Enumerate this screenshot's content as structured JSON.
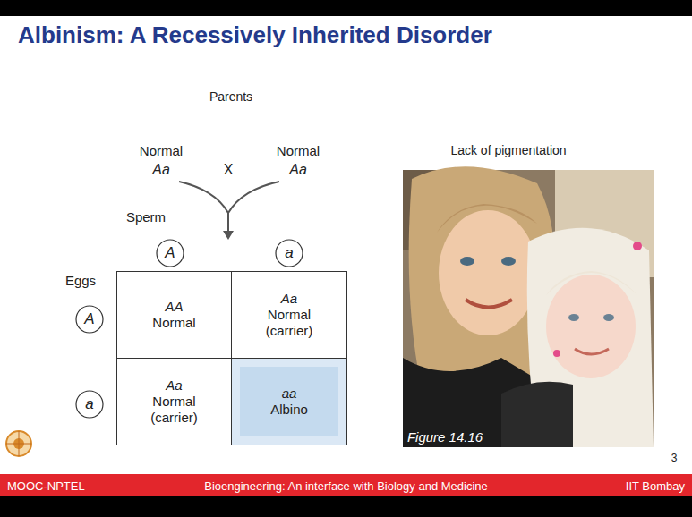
{
  "diagram": {
    "title": "Albinism: A Recessively Inherited Disorder",
    "nodes": [
      {
        "text": [
          "A"
        ]
      },
      {
        "text": [
          "a"
        ]
      },
      {
        "text": [
          "A"
        ]
      },
      {
        "text": [
          "AA",
          "Normal"
        ]
      },
      {
        "text": [
          "Aa",
          "Normal",
          "(carrier)"
        ]
      },
      {
        "text": [
          "a"
        ]
      },
      {
        "text": [
          "Aa",
          "Normal",
          "(carrier)"
        ]
      },
      {
        "text": [
          "aa",
          "Albino"
        ]
      },
      {
        "text": [
          "MOOC-NPTEL",
          "Bioengineering: An interface with Biology and Medicine",
          "IIT Bombay"
        ]
      }
    ],
    "labels": [
      "Parents",
      "Normal",
      "Aa",
      "X",
      "Normal",
      "Aa",
      "Sperm",
      "Eggs",
      "Lack of pigmentation",
      "Figure 14.16",
      "3"
    ]
  }
}
